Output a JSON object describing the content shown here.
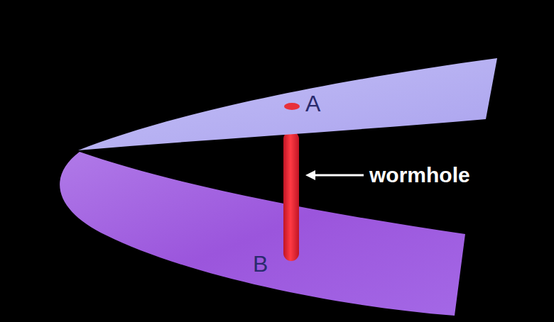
{
  "diagram": {
    "labels": [
      "A",
      "wormhole",
      "B"
    ]
  }
}
